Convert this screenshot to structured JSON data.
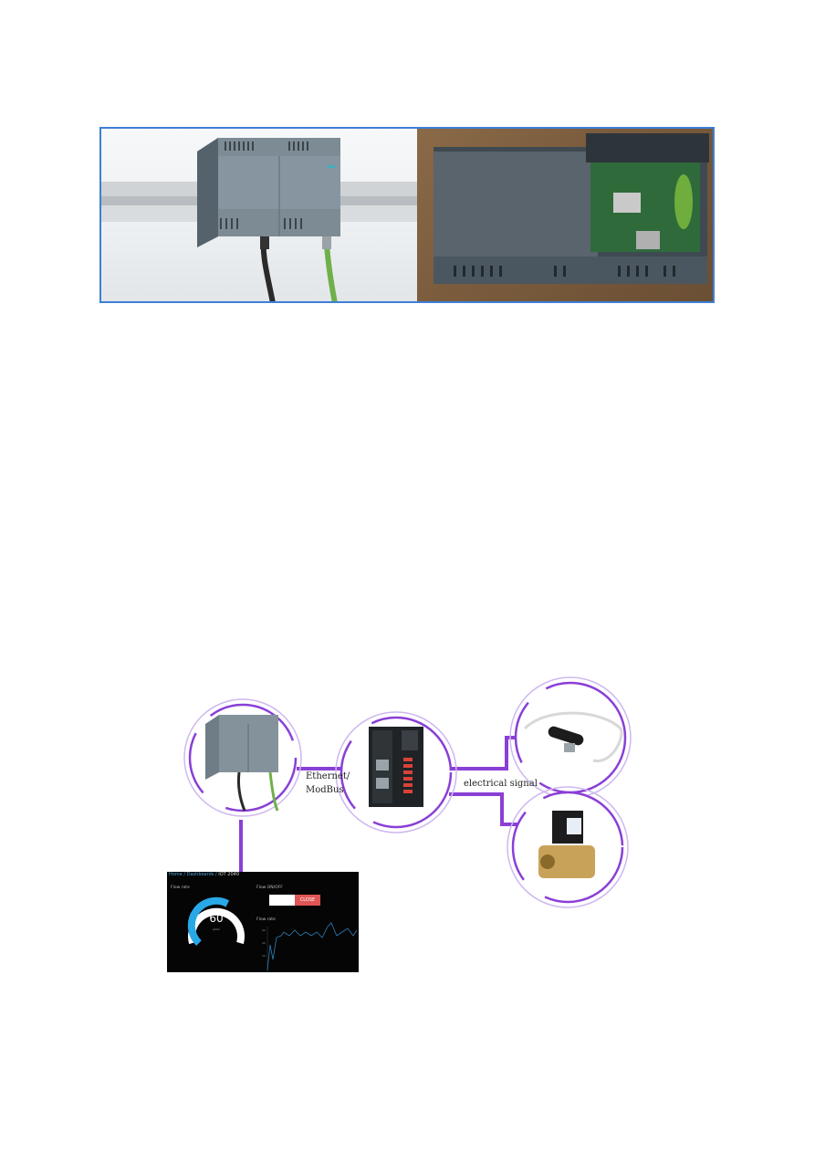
{
  "diagram": {
    "connection_left": {
      "line1": "Ethernet/",
      "line2": "ModBus"
    },
    "connection_right": "electrical signal"
  },
  "dashboard": {
    "breadcrumb": {
      "parent": "Home / Dashboards",
      "current": "IOT 2040"
    },
    "gauge_title": "Flow rate",
    "gauge_value": "60",
    "gauge_unit": "L/min",
    "gauge_fraction": 0.6,
    "switch_title": "Flow ON/OFF",
    "switch_state": "CLOSE",
    "chart_title": "Flow rate",
    "y_ticks": [
      "60",
      "40",
      "20"
    ]
  },
  "colors": {
    "frame": "#3d7fd6",
    "diagram_accent": "#8a3fd6",
    "gauge": "#29a8e8",
    "switch_on": "#e05656"
  }
}
